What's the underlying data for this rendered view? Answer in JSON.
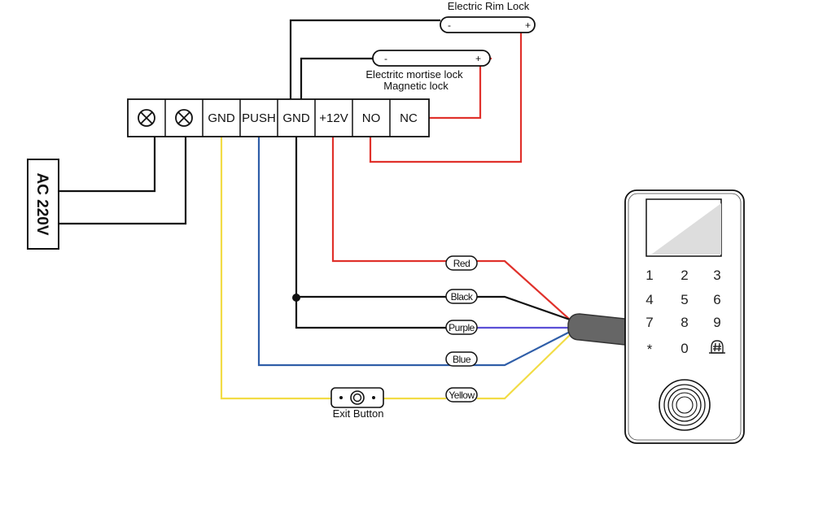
{
  "terminals": [
    "GND",
    "PUSH",
    "GND",
    "+12V",
    "NO",
    "NC"
  ],
  "power": {
    "label": "AC 220V"
  },
  "locks": {
    "rim": {
      "label": "Electric Rim Lock",
      "minus": "-",
      "plus": "+"
    },
    "mortise": {
      "label1": "Electritc mortise lock",
      "label2": "Magnetic lock",
      "minus": "-",
      "plus": "+"
    }
  },
  "wires": {
    "red": "Red",
    "black": "Black",
    "purple": "Purple",
    "blue": "Blue",
    "yellow": "Yellow"
  },
  "exit_button": {
    "label": "Exit Button"
  },
  "keypad": {
    "keys": [
      "1",
      "2",
      "3",
      "4",
      "5",
      "6",
      "7",
      "8",
      "9",
      "*",
      "0",
      "bell"
    ]
  },
  "colors": {
    "red": "#e0312b",
    "black": "#111111",
    "purple": "#5b4fd6",
    "blue": "#2f5ea8",
    "yellow": "#f2dc45"
  }
}
